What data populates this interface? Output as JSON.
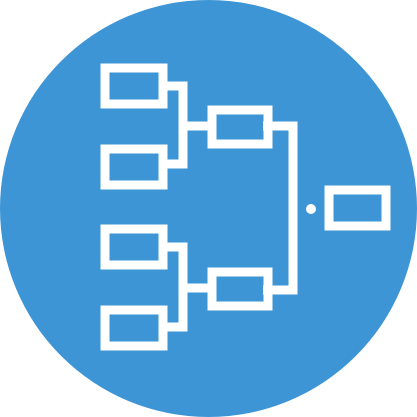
{
  "icon": {
    "name": "tournament-bracket-icon",
    "background_color": "#3e95d5",
    "stroke_color": "#ffffff",
    "rounds": [
      {
        "round": 1,
        "slots": 4
      },
      {
        "round": 2,
        "slots": 2
      },
      {
        "round": 3,
        "slots": 1
      }
    ]
  }
}
